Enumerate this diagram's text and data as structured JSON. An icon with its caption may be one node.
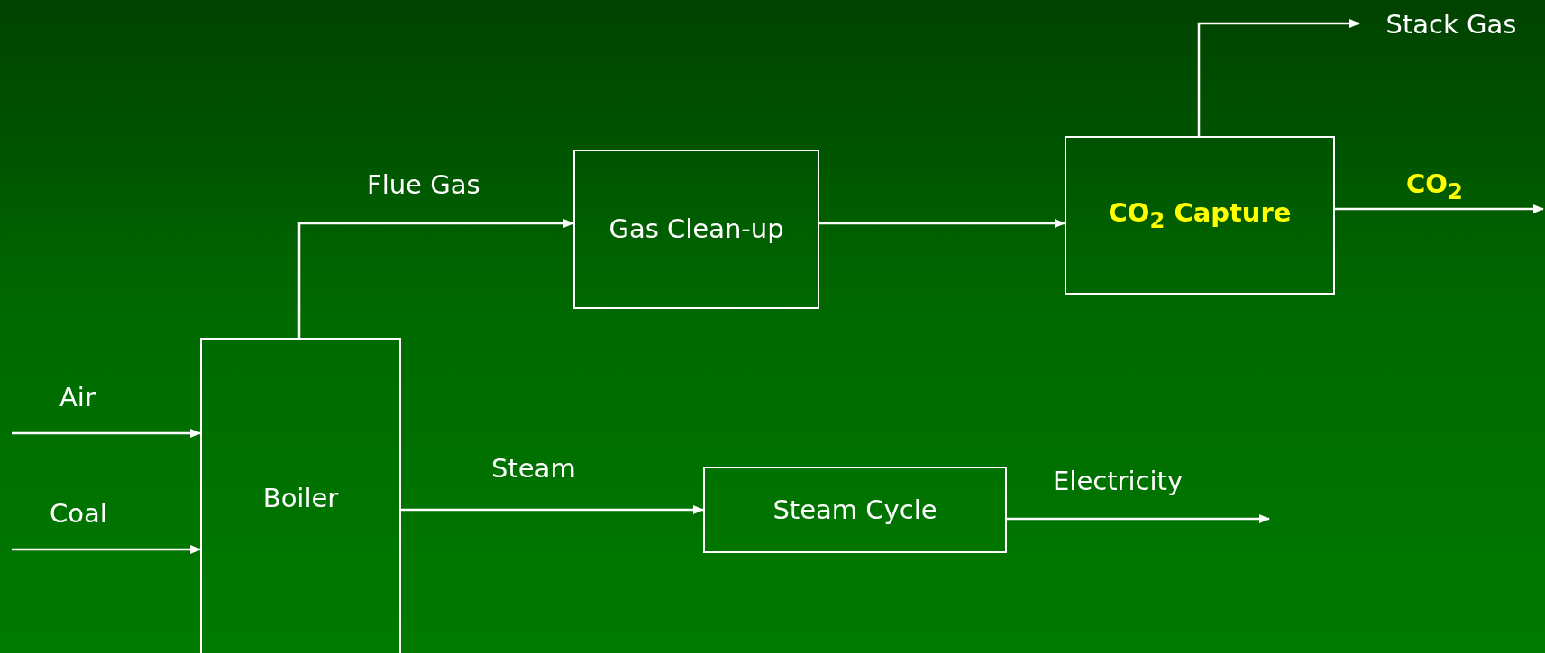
{
  "diagram": {
    "nodes": [
      {
        "text": [
          "Boiler"
        ]
      },
      {
        "text": [
          "Gas Clean-up"
        ]
      },
      {
        "text": [
          "CO$_{2}$ Capture"
        ]
      },
      {
        "text": [
          "Steam Cycle"
        ]
      },
      {
        "text": [
          "Stack Gas"
        ]
      }
    ],
    "edges": [
      {
        "from": null,
        "to": 0,
        "arrow": "to",
        "label": "Air"
      },
      {
        "from": null,
        "to": 0,
        "arrow": "to",
        "label": "Coal"
      },
      {
        "from": 0,
        "to": 1,
        "arrow": "to",
        "label": "Flue Gas"
      },
      {
        "from": 1,
        "to": 2,
        "arrow": "to"
      },
      {
        "from": 2,
        "to": 4,
        "arrow": "to"
      },
      {
        "from": 2,
        "to": null,
        "arrow": "to",
        "label": "CO$_{2}$"
      },
      {
        "from": 0,
        "to": 3,
        "arrow": "to",
        "label": "Steam"
      },
      {
        "from": 3,
        "to": null,
        "arrow": "to",
        "label": "Electricity"
      }
    ]
  }
}
